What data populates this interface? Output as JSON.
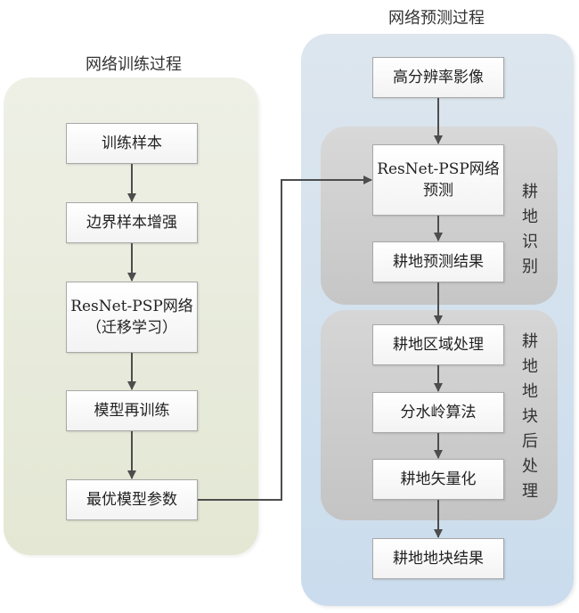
{
  "training": {
    "title": "网络训练过程",
    "steps": [
      {
        "line1": "训练样本",
        "line2": ""
      },
      {
        "line1": "边界样本增强",
        "line2": ""
      },
      {
        "line1": "ResNet-PSP网络",
        "line2": "（迁移学习）"
      },
      {
        "line1": "模型再训练",
        "line2": ""
      },
      {
        "line1": "最优模型参数",
        "line2": ""
      }
    ]
  },
  "prediction": {
    "title": "网络预测过程",
    "input": "高分辨率影像",
    "recognition_group": {
      "label": "耕地识别",
      "steps": [
        {
          "line1": "ResNet-PSP网络",
          "line2": "预测"
        },
        {
          "line1": "耕地预测结果",
          "line2": ""
        }
      ]
    },
    "postprocess_group": {
      "label": "耕地地块后处理",
      "steps": [
        {
          "line1": "耕地区域处理",
          "line2": ""
        },
        {
          "line1": "分水岭算法",
          "line2": ""
        },
        {
          "line1": "耕地矢量化",
          "line2": ""
        }
      ]
    },
    "output": "耕地地块结果"
  },
  "colors": {
    "arrow": "#4d4d4d",
    "training_panel": "#e6e9d8",
    "prediction_panel": "#d3e0ec",
    "group_panel": "#cfcfcf"
  }
}
